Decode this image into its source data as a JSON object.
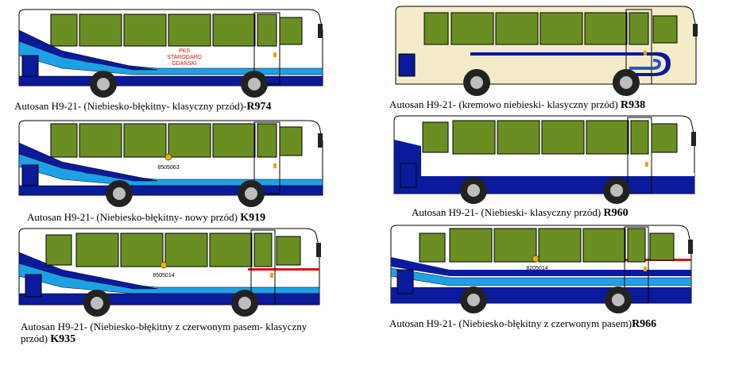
{
  "colors": {
    "body_white": "#ffffff",
    "body_cream": "#f4ecc8",
    "window_green": "#6b8e23",
    "dark_blue": "#0a1a9c",
    "mid_blue": "#2a55c9",
    "light_blue": "#1ea0e6",
    "red_stripe": "#e01010",
    "wheel_dark": "#222222",
    "wheel_hub": "#bdbdbd"
  },
  "buses": [
    {
      "id": "R974",
      "livery": "niebiesko-blekitny-klasyczny",
      "caption_text": "Autosan H9-21- (Niebiesko-błękitny- klasyczny przód)-",
      "caption_code": "R974",
      "sign_lines": [
        "PKS",
        "STAROGARD",
        "GDAŃSKI"
      ],
      "badge": ""
    },
    {
      "id": "R938",
      "livery": "kremowo-niebieski",
      "caption_text": "Autosan H9-21- (kremowo niebieski- klasyczny przód)",
      "caption_code": "R938",
      "sign_lines": [],
      "badge": ""
    },
    {
      "id": "K919",
      "livery": "niebiesko-blekitny-nowy",
      "caption_text": "Autosan H9-21- (Niebiesko-błękitny- nowy przód)",
      "caption_code": "K919",
      "sign_lines": [],
      "badge": "8505063"
    },
    {
      "id": "R960",
      "livery": "niebieski",
      "caption_text": "Autosan H9-21- (Niebieski- klasyczny przód)",
      "caption_code": "R960",
      "sign_lines": [],
      "badge": ""
    },
    {
      "id": "K935",
      "livery": "niebiesko-blekitny-czerwony",
      "caption_text": "Autosan H9-21- (Niebiesko-błękitny z czerwonym pasem- klasyczny przód)",
      "caption_code": "K935",
      "sign_lines": [],
      "badge": "8505014"
    },
    {
      "id": "R966",
      "livery": "niebiesko-blekitny-czerwony",
      "caption_text": "Autosan H9-21- (Niebiesko-błękitny z czerwonym pasem)",
      "caption_code": "R966",
      "sign_lines": [],
      "badge": "8205014"
    }
  ]
}
